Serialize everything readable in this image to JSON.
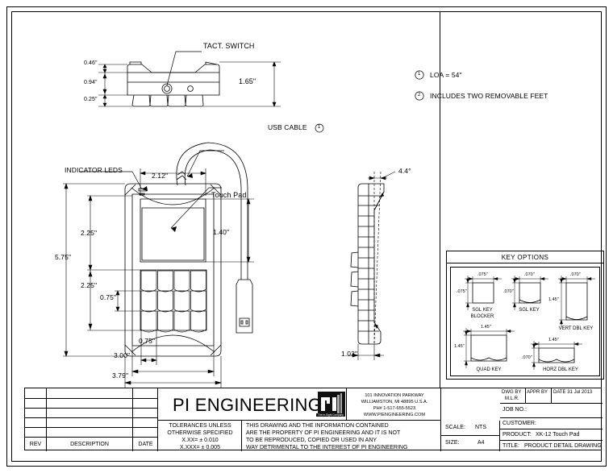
{
  "drawing": {
    "title": "PRODUCT DETAIL DRAWING",
    "product": "XK-12 Touch Pad",
    "company": "PI ENGINEERING"
  },
  "annotations": {
    "tact_switch": "TACT. SWITCH",
    "usb_cable": "USB CABLE",
    "usb_cable_note_ref": "1",
    "indicator_leds": "INDICATOR LEDS",
    "touch_pad": "Touch Pad"
  },
  "notes": [
    {
      "ref": "1",
      "text": "LOA = 54\""
    },
    {
      "ref": "2",
      "text": "INCLUDES TWO REMOVABLE FEET"
    }
  ],
  "dimensions": {
    "front_view": {
      "d_top": "0.46\"",
      "d_mid": "0.94\"",
      "d_bot": "0.25\"",
      "d_overall_width": "1.65\""
    },
    "top_view": {
      "touchpad_width": "2.12\"",
      "touchpad_height": "1.40\"",
      "to_touchpad": "2.25\"",
      "overall_height": "5.75\"",
      "keypad_height": "2.25\"",
      "key_height": "0.75\"",
      "key_width": "0.75\"",
      "keypad_width": "3.00\"",
      "overall_width": "3.79\""
    },
    "side_view": {
      "angle": "4.4°",
      "thickness": "1.03\""
    }
  },
  "key_options": {
    "title": "KEY OPTIONS",
    "items": [
      {
        "name": "SGL KEY\nBLOCKER",
        "label_line1": "SGL KEY",
        "label_line2": "BLOCKER",
        "w": ".075\"",
        "h": ".075\""
      },
      {
        "name": "SGL KEY",
        "label_line1": "SGL KEY",
        "label_line2": "",
        "w": ".070\"",
        "h": ".070\""
      },
      {
        "name": "VERT DBL KEY",
        "label_line1": "VERT DBL KEY",
        "label_line2": "",
        "w": ".070\"",
        "h": "1.45\""
      },
      {
        "name": "QUAD KEY",
        "label_line1": "QUAD KEY",
        "label_line2": "",
        "w": "1.45\"",
        "h": "1.45\""
      },
      {
        "name": "HORZ DBL KEY",
        "label_line1": "HORZ DBL KEY",
        "label_line2": "",
        "w": "1.45\"",
        "h": ".070\""
      }
    ]
  },
  "title_block": {
    "rev_headers": {
      "rev": "REV",
      "description": "DESCRIPTION",
      "date": "DATE"
    },
    "rev_rows": [
      {
        "rev": "",
        "description": "",
        "date": ""
      },
      {
        "rev": "",
        "description": "",
        "date": ""
      },
      {
        "rev": "",
        "description": "",
        "date": ""
      },
      {
        "rev": "",
        "description": "",
        "date": ""
      },
      {
        "rev": "",
        "description": "",
        "date": ""
      }
    ],
    "company_name": "PI ENGINEERING",
    "logo_tagline": "The In-Sight Company",
    "address": {
      "line1": "101 INNOVATION PARKWAY",
      "line2": "WILLIAMSTON, MI 48895 U.S.A.",
      "line3": "PH# 1-517-655-5523",
      "line4": "WWW.PIENGINEERING.COM"
    },
    "tolerances": {
      "line1": "TOLERANCES UNLESS",
      "line2": "OTHERWISE SPECIFIED",
      "line3": "X.XX= ± 0.010",
      "line4": "X.XXX= ± 0.005"
    },
    "disclaimer": {
      "line1": "THIS DRAWING AND THE INFORMATION CONTAINED",
      "line2": "ARE THE PROPERTY OF PI ENGINEERING AND IT IS NOT",
      "line3": "TO BE REPRODUCED, COPIED OR USED IN ANY",
      "line4": "WAY DETRIMENTAL TO THE INTEREST OF PI ENGINEERING"
    },
    "scale_label": "SCALE:",
    "scale_value": "NTS",
    "size_label": "SIZE:",
    "size_value": "A4",
    "dwg_by_label": "DWG BY",
    "dwg_by_value": "M.L.R.",
    "appr_by_label": "APPR BY",
    "appr_by_value": "",
    "date_label": "DATE 31 Jul 2013",
    "job_no_label": "JOB NO.:",
    "job_no_value": "",
    "customer_label": "CUSTOMER:",
    "customer_value": "",
    "product_label": "PRODUCT:",
    "product_value": "XK-12 Touch Pad",
    "title_label": "TITLE:",
    "title_value": "PRODUCT DETAIL DRAWING"
  }
}
